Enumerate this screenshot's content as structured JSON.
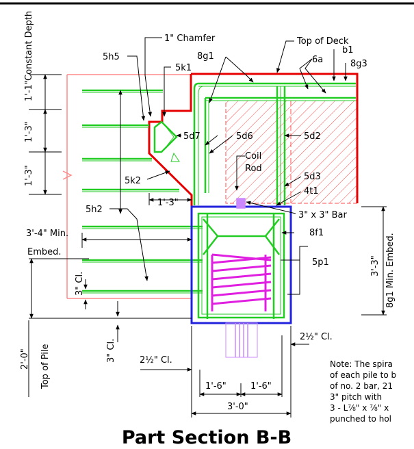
{
  "title": "Part Section B-B",
  "labels": {
    "constant_depth": "Constant Depth",
    "chamfer": "1\" Chamfer",
    "top_of_deck": "Top of Deck",
    "l_5h5": "5h5",
    "l_8g1_top": "8g1",
    "l_5k1": "5k1",
    "l_6a": "6a",
    "l_b1": "b1",
    "l_8g3": "8g3",
    "l_5d7": "5d7",
    "l_5d6": "5d6",
    "l_5d2": "5d2",
    "coil": "Coil",
    "rod": "Rod",
    "l_5k2": "5k2",
    "l_5d3": "5d3",
    "l_4t1": "4t1",
    "l_5h2": "5h2",
    "bar": "3\" x 3\" Bar",
    "embed_min": "3'-4\" Min.",
    "embed": "Embed.",
    "l_8f1": "8f1",
    "l_5p1": "5p1",
    "embed_vertical": "8g1 Min. Embed.",
    "top_of_pile": "Top of Pile",
    "note": [
      "Note: The spira",
      "of each pile to b",
      "of no. 2 bar, 21",
      "3\" pitch with",
      "3 - L⅞\" x ⅞\" x",
      "punched to hol"
    ]
  },
  "dimensions": {
    "d_1_1": "1'-1\"",
    "d_1_3a": "1'-3\"",
    "d_1_3b": "1'-3\"",
    "d_1_3h": "1'-3\"",
    "d_3_3": "3'-3\"",
    "d_3cl_a": "3\" Cl.",
    "d_3cl_b": "3\" Cl.",
    "d_2_0": "2'-0\"",
    "d_2half_left": "2½\" Cl.",
    "d_2half_right": "2½\" Cl.",
    "d_1_6a": "1'-6\"",
    "d_1_6b": "1'-6\"",
    "d_3_0": "3'-0\""
  },
  "colors": {
    "deck_outline": "#e60000",
    "hatch": "#ff4d4d",
    "rebar": "#22cc22",
    "pile_outline": "#2222dd",
    "spiral": "#e020e0",
    "rod": "#cc88ff",
    "pink_line": "#ff8888"
  }
}
